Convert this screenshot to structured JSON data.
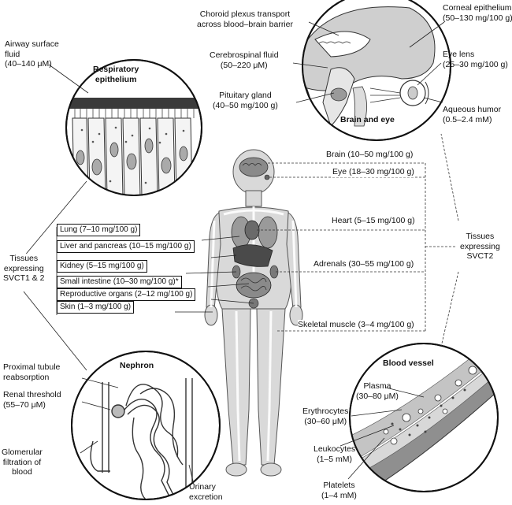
{
  "circles": {
    "respiratory": {
      "title": "Respiratory\nepithelium"
    },
    "brain_eye": {
      "title": "Brain and eye"
    },
    "nephron": {
      "title": "Nephron"
    },
    "blood_vessel": {
      "title": "Blood vessel"
    }
  },
  "respiratory_labels": {
    "airway_fluid": "Airway surface\nfluid\n(40–140 μM)"
  },
  "brain_labels": {
    "choroid": "Choroid plexus transport\nacross blood–brain barrier",
    "csf": "Cerebrospinal fluid\n(50–220 μM)",
    "pituitary": "Pituitary gland\n(40–50 mg/100 g)",
    "corneal": "Corneal epithelium\n(50–130 mg/100 g)",
    "lens": "Eye lens\n(25–30 mg/100 g)",
    "aqueous": "Aqueous humor\n(0.5–2.4 mM)"
  },
  "svct2_tissues": [
    "Brain (10–50 mg/100 g)",
    "Eye (18–30 mg/100 g)",
    "Heart (5–15 mg/100 g)",
    "Adrenals (30–55 mg/100 g)",
    "Skeletal muscle (3–4 mg/100 g)"
  ],
  "svct1_tissues": [
    "Lung (7–10 mg/100 g)",
    "Liver and pancreas (10–15 mg/100 g)",
    "Kidney (5–15 mg/100 g)",
    "Small intestine (10–30 mg/100 g)*",
    "Reproductive organs (2–12 mg/100 g)",
    "Skin (1–3 mg/100 g)"
  ],
  "group_labels": {
    "svct1": "Tissues\nexpressing\nSVCT1 & 2",
    "svct2": "Tissues\nexpressing\nSVCT2"
  },
  "nephron_labels": {
    "proximal": "Proximal tubule\nreabsorption",
    "threshold": "Renal threshold\n(55–70 μM)",
    "glomerular": "Glomerular\nfiltration of\nblood",
    "urinary": "Urinary\nexcretion"
  },
  "blood_labels": {
    "plasma": "Plasma\n(30–80 μM)",
    "erythrocytes": "Erythrocytes\n(30–60 μM)",
    "leukocytes": "Leukocytes\n(1–5 mM)",
    "platelets": "Platelets\n(1–4 mM)"
  }
}
